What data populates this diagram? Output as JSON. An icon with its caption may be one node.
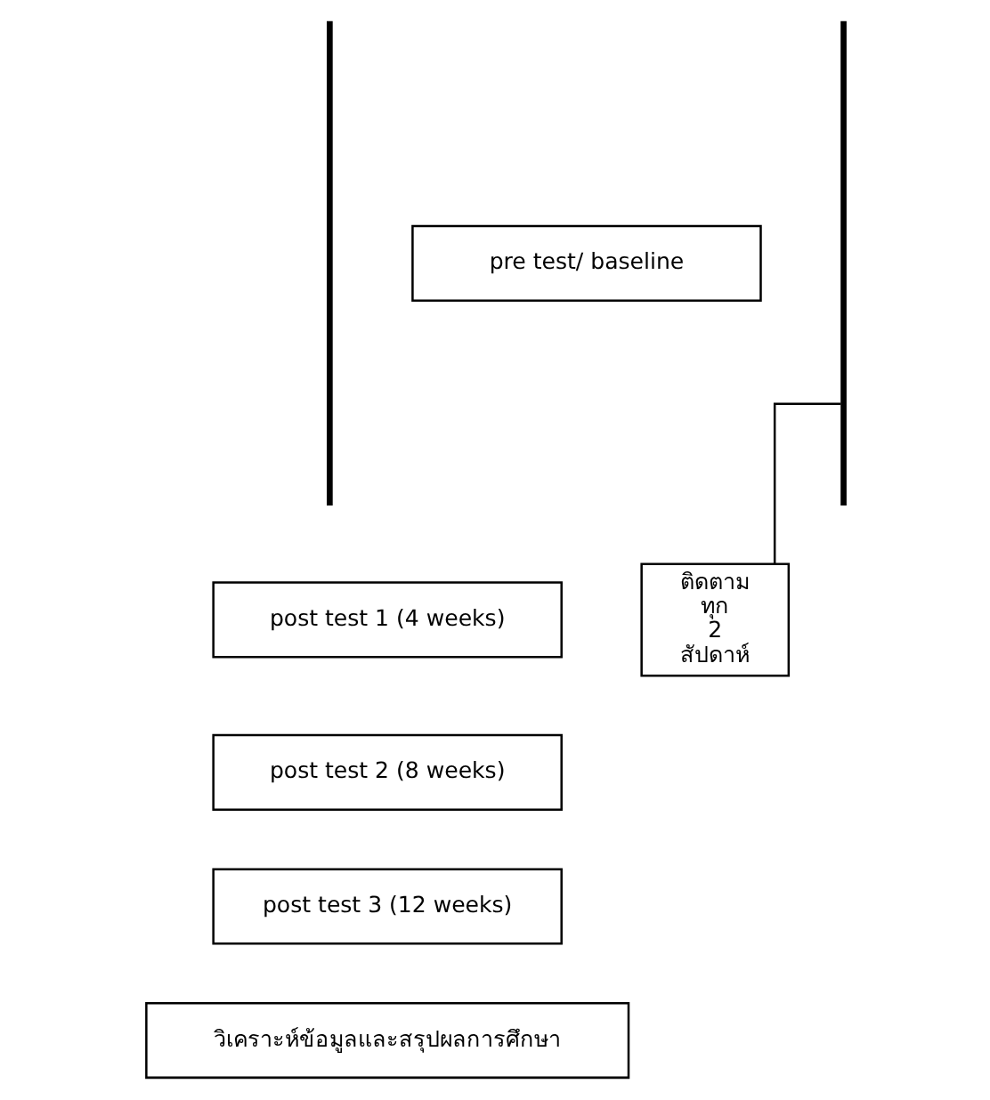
{
  "diagram": {
    "nodes": [
      {
        "text": [
          "pre test/ baseline"
        ]
      },
      {
        "text": [
          "post test 1 (4 weeks)"
        ]
      },
      {
        "text": [
          "post test 2 (8 weeks)"
        ]
      },
      {
        "text": [
          "post test 3 (12 weeks)"
        ]
      },
      {
        "text": [
          "ติดตาม ทุก 2 สัปดาห์"
        ]
      },
      {
        "text": [
          "วิเคราะห์ข้อมูลและสรุปผลการศึกษา"
        ]
      },
      {
        "text": [],
        "shape": "bar"
      },
      {
        "text": [],
        "shape": "bar"
      }
    ],
    "edges": [
      {
        "from": 4,
        "to": 7,
        "arrow": "none"
      }
    ]
  }
}
